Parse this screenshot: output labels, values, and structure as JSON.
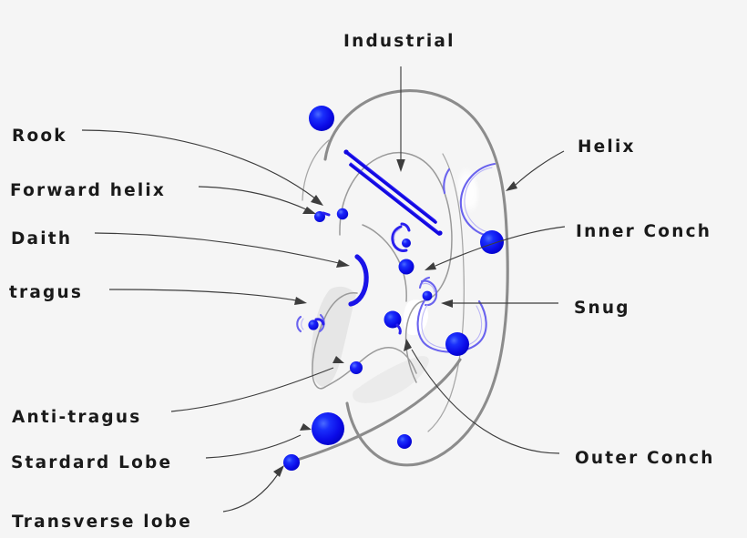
{
  "diagram": {
    "title_alt": "Ear piercing locations diagram",
    "background_color": "#f5f5f5",
    "ear_outline_color": "#8c8c8c",
    "jewelry_color": "#1a1aff",
    "jewelry_light_color": "#6a63ee",
    "label_color": "#1a1a1a"
  },
  "labels": {
    "industrial": "Industrial",
    "rook": "Rook",
    "forward_helix": "Forward helix",
    "daith": "Daith",
    "tragus": "tragus",
    "anti_tragus": "Anti-tragus",
    "standard_lobe": "Stardard Lobe",
    "transverse_lobe": "Transverse lobe",
    "helix": "Helix",
    "inner_conch": "Inner Conch",
    "snug": "Snug",
    "outer_conch": "Outer Conch"
  },
  "piercings": [
    {
      "name": "industrial",
      "type": "barbell",
      "label": "Industrial"
    },
    {
      "name": "rook",
      "type": "stud",
      "label": "Rook"
    },
    {
      "name": "forward-helix",
      "type": "stud",
      "label": "Forward helix"
    },
    {
      "name": "daith",
      "type": "ring",
      "label": "Daith"
    },
    {
      "name": "tragus",
      "type": "horseshoe",
      "label": "tragus"
    },
    {
      "name": "anti-tragus",
      "type": "stud",
      "label": "Anti-tragus"
    },
    {
      "name": "standard-lobe",
      "type": "stud",
      "label": "Stardard Lobe"
    },
    {
      "name": "transverse-lobe",
      "type": "stud",
      "label": "Transverse lobe"
    },
    {
      "name": "helix",
      "type": "ring",
      "label": "Helix"
    },
    {
      "name": "inner-conch",
      "type": "stud",
      "label": "Inner Conch"
    },
    {
      "name": "snug",
      "type": "ring",
      "label": "Snug"
    },
    {
      "name": "outer-conch",
      "type": "ring",
      "label": "Outer Conch"
    }
  ]
}
